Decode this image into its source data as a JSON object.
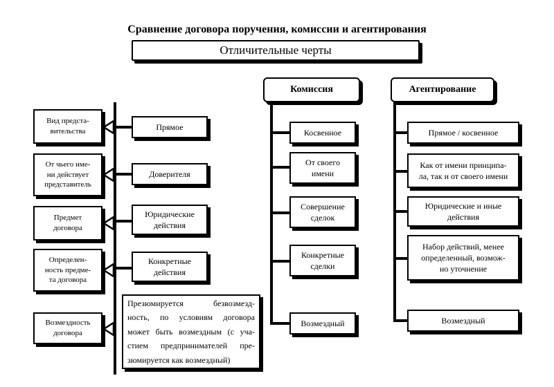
{
  "title": "Сравнение договора поручения, комиссии и агентирования",
  "main_header": "Отличительные черты",
  "headers": {
    "commission": "Комиссия",
    "agency": "Агентирование"
  },
  "criteria": [
    "Вид представительства",
    "От чьего имени действует представитель",
    "Предмет договора",
    "Определенность предмета договора",
    "Возмездность договора"
  ],
  "criteria_lines": [
    [
      "Вид предста-",
      "вительства"
    ],
    [
      "От чьего име-",
      "ни действует",
      "представитель"
    ],
    [
      "Предмет",
      "договора"
    ],
    [
      "Определен-",
      "ность предме-",
      "та договора"
    ],
    [
      "Возмездность",
      "договора"
    ]
  ],
  "mandate": [
    [
      "Прямое"
    ],
    [
      "Доверителя"
    ],
    [
      "Юридические",
      "действия"
    ],
    [
      "Конкретные",
      "действия"
    ],
    [
      "Презюмируется безвозмезд-",
      "ность, по условиям договора",
      "может быть возмездным (с уча-",
      "стием предпринимателей пре-",
      "зюмируется как возмездный)"
    ]
  ],
  "commission": [
    [
      "Косвенное"
    ],
    [
      "От своего",
      "имени"
    ],
    [
      "Совершение",
      "сделок"
    ],
    [
      "Конкретные",
      "сделки"
    ],
    [
      "Возмездный"
    ]
  ],
  "agency": [
    [
      "Прямое / косвенное"
    ],
    [
      "Как от имени принципа-",
      "ла, так и от своего имени"
    ],
    [
      "Юридические и иные",
      "действия"
    ],
    [
      "Набор действий, менее",
      "определенный, возмож-",
      "но уточнение"
    ],
    [
      "Возмездный"
    ]
  ]
}
